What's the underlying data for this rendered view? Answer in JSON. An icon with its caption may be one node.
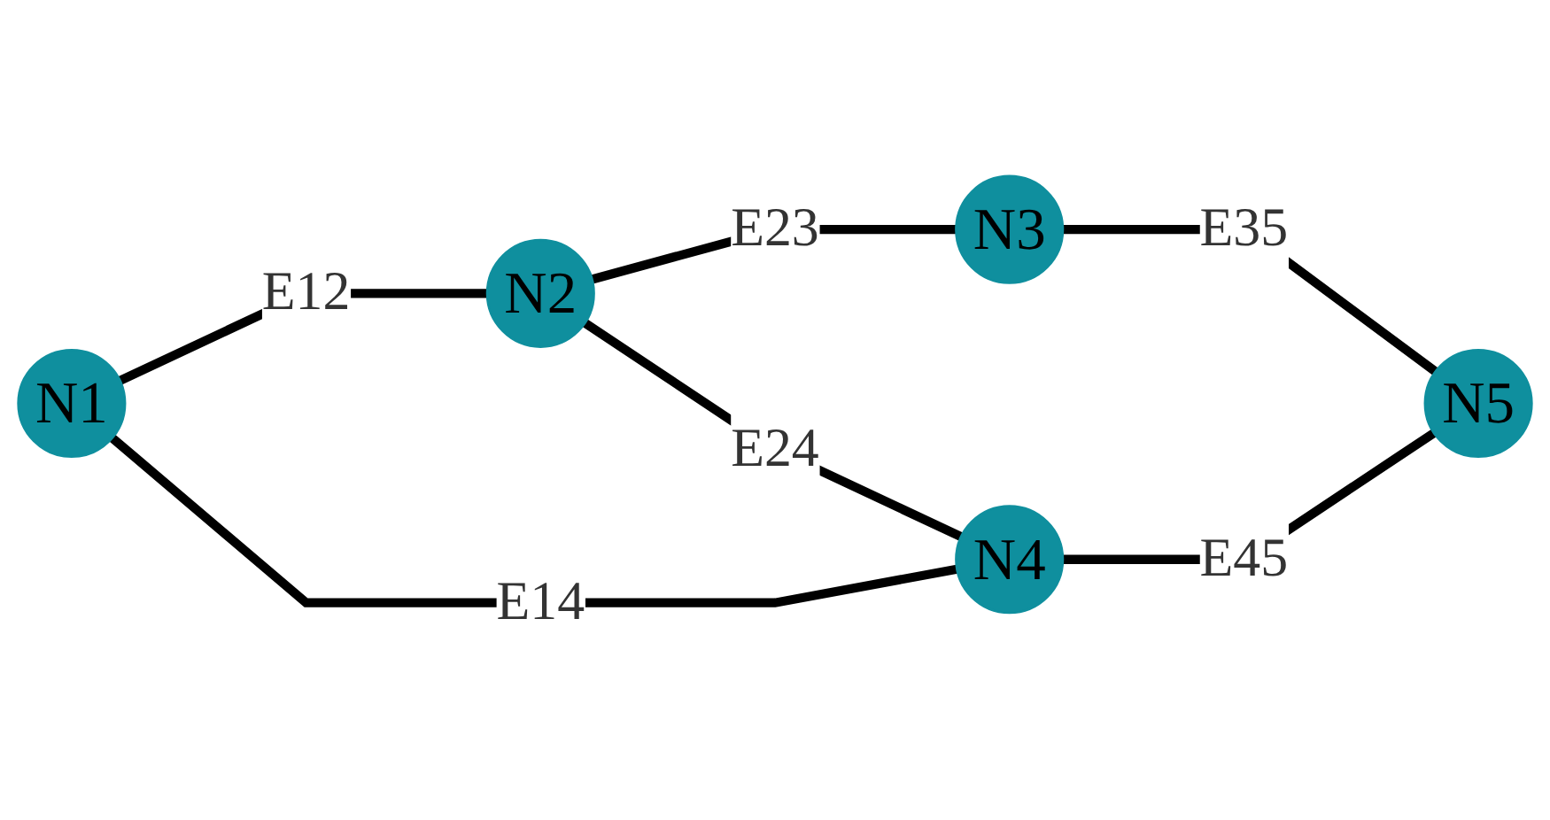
{
  "diagram": {
    "nodes": [
      {
        "text": [
          "N1"
        ]
      },
      {
        "text": [
          "N2"
        ]
      },
      {
        "text": [
          "N3"
        ]
      },
      {
        "text": [
          "N4"
        ]
      },
      {
        "text": [
          "N5"
        ]
      }
    ],
    "edges": [
      {
        "from": 0,
        "to": 1,
        "arrow": "none",
        "label": "E12"
      },
      {
        "from": 1,
        "to": 2,
        "arrow": "none",
        "label": "E23"
      },
      {
        "from": 0,
        "to": 3,
        "arrow": "none",
        "label": "E14"
      },
      {
        "from": 1,
        "to": 3,
        "arrow": "none",
        "label": "E24"
      },
      {
        "from": 2,
        "to": 4,
        "arrow": "none",
        "label": "E35"
      },
      {
        "from": 3,
        "to": 4,
        "arrow": "none",
        "label": "E45"
      }
    ]
  }
}
